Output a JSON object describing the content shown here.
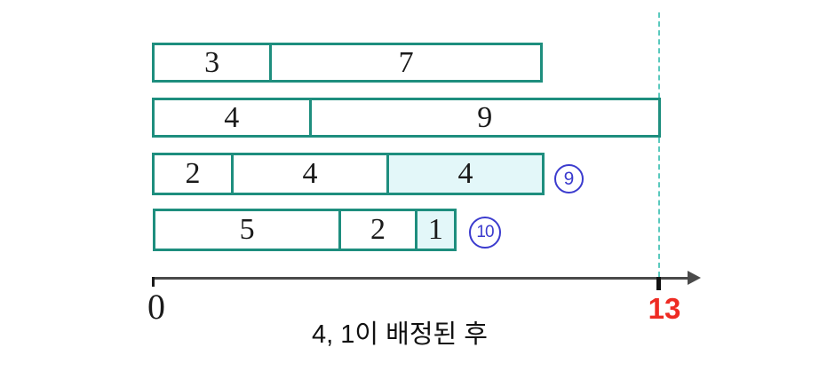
{
  "figure": {
    "caption": "4, 1이 배정된 후",
    "axis": {
      "origin_label": "0",
      "limit_label": "13",
      "range": [
        0,
        13
      ]
    },
    "rows": [
      {
        "segments": [
          {
            "value": "3"
          },
          {
            "value": "7"
          }
        ],
        "badge": null
      },
      {
        "segments": [
          {
            "value": "4"
          },
          {
            "value": "9"
          }
        ],
        "badge": null
      },
      {
        "segments": [
          {
            "value": "2"
          },
          {
            "value": "4"
          },
          {
            "value": "4",
            "highlighted": true
          }
        ],
        "badge": "9"
      },
      {
        "segments": [
          {
            "value": "5"
          },
          {
            "value": "2"
          },
          {
            "value": "1",
            "highlighted": true
          }
        ],
        "badge": "10"
      }
    ],
    "colors": {
      "bar_border": "#1e8e7e",
      "highlight_fill": "#e3f7f9",
      "badge": "#3b3bce",
      "limit_label": "#ee2b23",
      "dashed_line": "#5ac9bd",
      "axis": "#4a4a4a"
    }
  },
  "chart_data": {
    "type": "bar",
    "orientation": "horizontal-stacked",
    "title": "4, 1이 배정된 후",
    "xlabel": "",
    "ylabel": "",
    "xlim": [
      0,
      13
    ],
    "x_ticks": [
      0,
      13
    ],
    "grid": false,
    "series": [
      {
        "name": "bar-1",
        "values": [
          3,
          7
        ],
        "total": 10,
        "highlighted_segment": null,
        "order_badge": null
      },
      {
        "name": "bar-2",
        "values": [
          4,
          9
        ],
        "total": 13,
        "highlighted_segment": null,
        "order_badge": null
      },
      {
        "name": "bar-3",
        "values": [
          2,
          4,
          4
        ],
        "total": 10,
        "highlighted_segment": 4,
        "order_badge": "9"
      },
      {
        "name": "bar-4",
        "values": [
          5,
          2,
          1
        ],
        "total": 8,
        "highlighted_segment": 1,
        "order_badge": "10"
      }
    ],
    "annotations": [
      {
        "type": "vline-dashed",
        "x": 13
      },
      {
        "type": "circled-number",
        "text": "9",
        "attached_to": "bar-3"
      },
      {
        "type": "circled-number",
        "text": "10",
        "attached_to": "bar-4"
      }
    ]
  }
}
